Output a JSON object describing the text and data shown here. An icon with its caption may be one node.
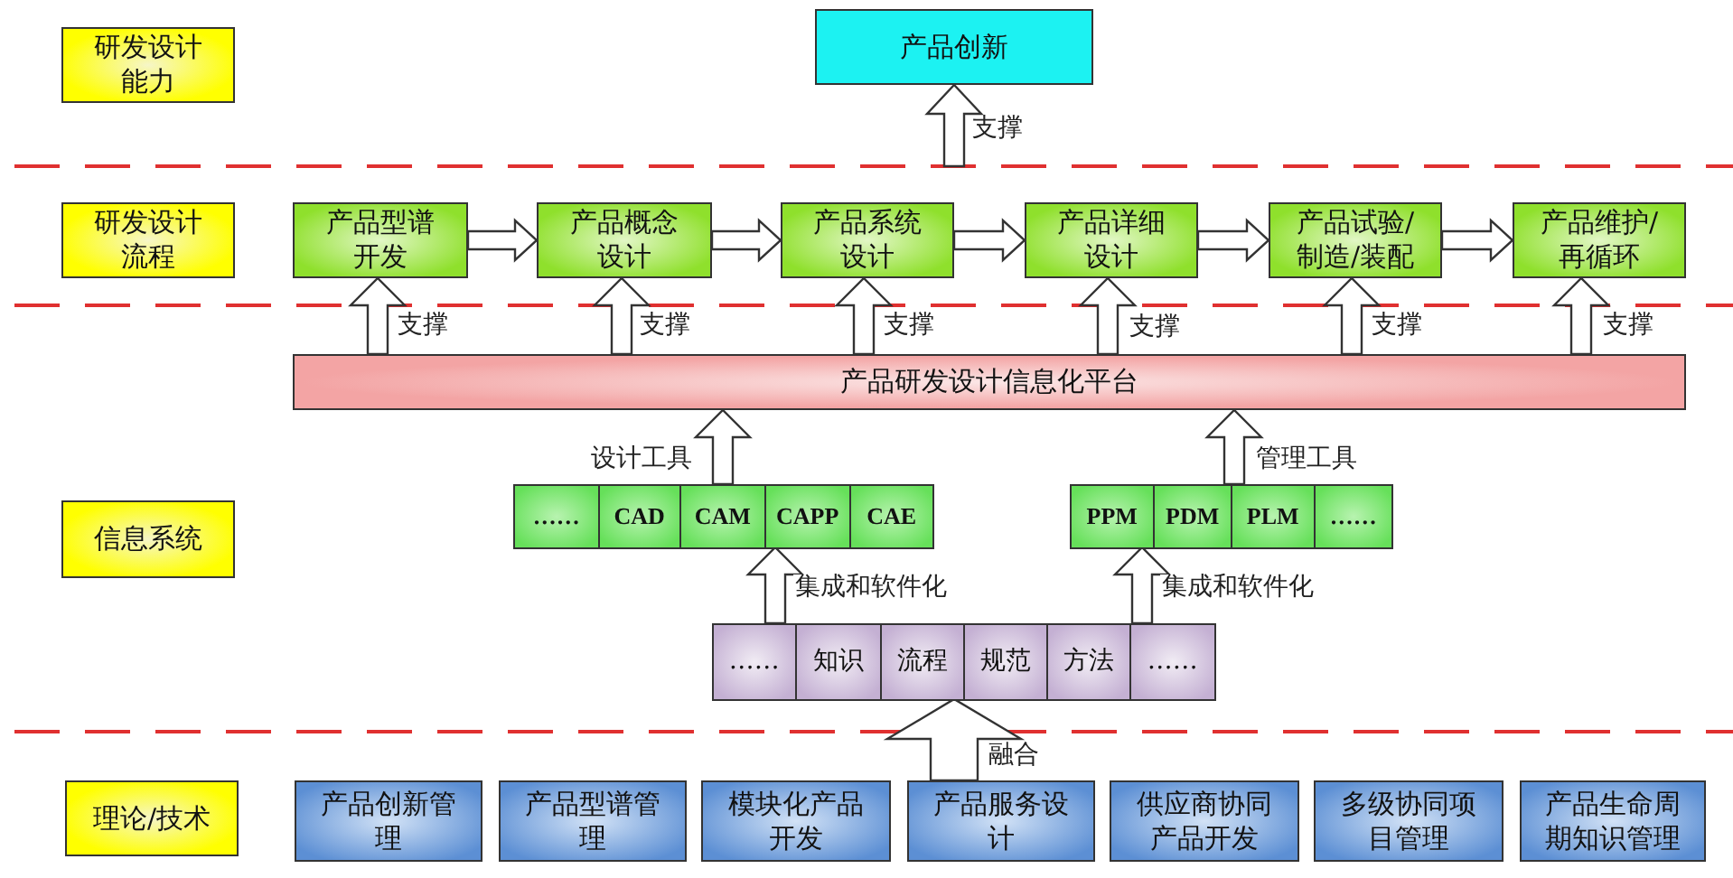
{
  "diagram": {
    "nodes": [
      {
        "text": [
          "研发设计能力"
        ]
      },
      {
        "text": [
          "产品创新"
        ]
      },
      {
        "text": [
          "研发设计流程"
        ]
      },
      {
        "text": [
          "产品型谱开发"
        ]
      },
      {
        "text": [
          "产品概念设计"
        ]
      },
      {
        "text": [
          "产品系统设计"
        ]
      },
      {
        "text": [
          "产品详细设计"
        ]
      },
      {
        "text": [
          "产品试验/制造/装配"
        ]
      },
      {
        "text": [
          "产品维护/再循环"
        ]
      },
      {
        "text": [
          "产品研发设计信息化平台"
        ]
      },
      {
        "text": [
          "信息系统"
        ]
      },
      {
        "text": [],
        "shape": "box"
      },
      {
        "text": [
          "……"
        ],
        "in": 11
      },
      {
        "text": [
          "CAD"
        ],
        "in": 11
      },
      {
        "text": [
          "CAM"
        ],
        "in": 11
      },
      {
        "text": [
          "CAPP"
        ],
        "in": 11
      },
      {
        "text": [
          "CAE"
        ],
        "in": 11
      },
      {
        "text": [],
        "shape": "box"
      },
      {
        "text": [
          "PPM"
        ],
        "in": 17
      },
      {
        "text": [
          "PDM"
        ],
        "in": 17
      },
      {
        "text": [
          "PLM"
        ],
        "in": 17
      },
      {
        "text": [
          "……"
        ],
        "in": 17
      },
      {
        "text": [],
        "shape": "box"
      },
      {
        "text": [
          "……"
        ],
        "in": 22
      },
      {
        "text": [
          "知识"
        ],
        "in": 22
      },
      {
        "text": [
          "流程"
        ],
        "in": 22
      },
      {
        "text": [
          "规范"
        ],
        "in": 22
      },
      {
        "text": [
          "方法"
        ],
        "in": 22
      },
      {
        "text": [
          "……"
        ],
        "in": 22
      },
      {
        "text": [
          "理论/技术"
        ]
      },
      {
        "text": [
          "产品创新管理"
        ]
      },
      {
        "text": [
          "产品型谱管理"
        ]
      },
      {
        "text": [
          "模块化产品开发"
        ]
      },
      {
        "text": [
          "产品服务设计"
        ]
      },
      {
        "text": [
          "供应商协同产品开发"
        ]
      },
      {
        "text": [
          "多级协同项目管理"
        ]
      },
      {
        "text": [
          "产品生命周期知识管理"
        ]
      }
    ],
    "edges": [
      {
        "from": null,
        "to": 1,
        "arrow": "to",
        "label": "支撑"
      },
      {
        "from": 3,
        "to": 4,
        "arrow": "to"
      },
      {
        "from": 4,
        "to": 5,
        "arrow": "to"
      },
      {
        "from": 5,
        "to": 6,
        "arrow": "to"
      },
      {
        "from": 6,
        "to": 7,
        "arrow": "to"
      },
      {
        "from": 7,
        "to": 8,
        "arrow": "to"
      },
      {
        "from": 9,
        "to": 3,
        "arrow": "to",
        "label": "支撑"
      },
      {
        "from": 9,
        "to": 4,
        "arrow": "to",
        "label": "支撑"
      },
      {
        "from": 9,
        "to": 5,
        "arrow": "to",
        "label": "支撑"
      },
      {
        "from": 9,
        "to": 6,
        "arrow": "to",
        "label": "支撑"
      },
      {
        "from": 9,
        "to": 7,
        "arrow": "to",
        "label": "支撑"
      },
      {
        "from": 9,
        "to": 8,
        "arrow": "to",
        "label": "支撑"
      },
      {
        "from": 11,
        "to": 9,
        "arrow": "to",
        "label": "设计工具"
      },
      {
        "from": 17,
        "to": 9,
        "arrow": "to",
        "label": "管理工具"
      },
      {
        "from": 22,
        "to": 11,
        "arrow": "to",
        "label": "集成和软件化"
      },
      {
        "from": 22,
        "to": 17,
        "arrow": "to",
        "label": "集成和软件化"
      },
      {
        "from": 33,
        "to": 22,
        "arrow": "to",
        "label": "融合"
      }
    ]
  }
}
